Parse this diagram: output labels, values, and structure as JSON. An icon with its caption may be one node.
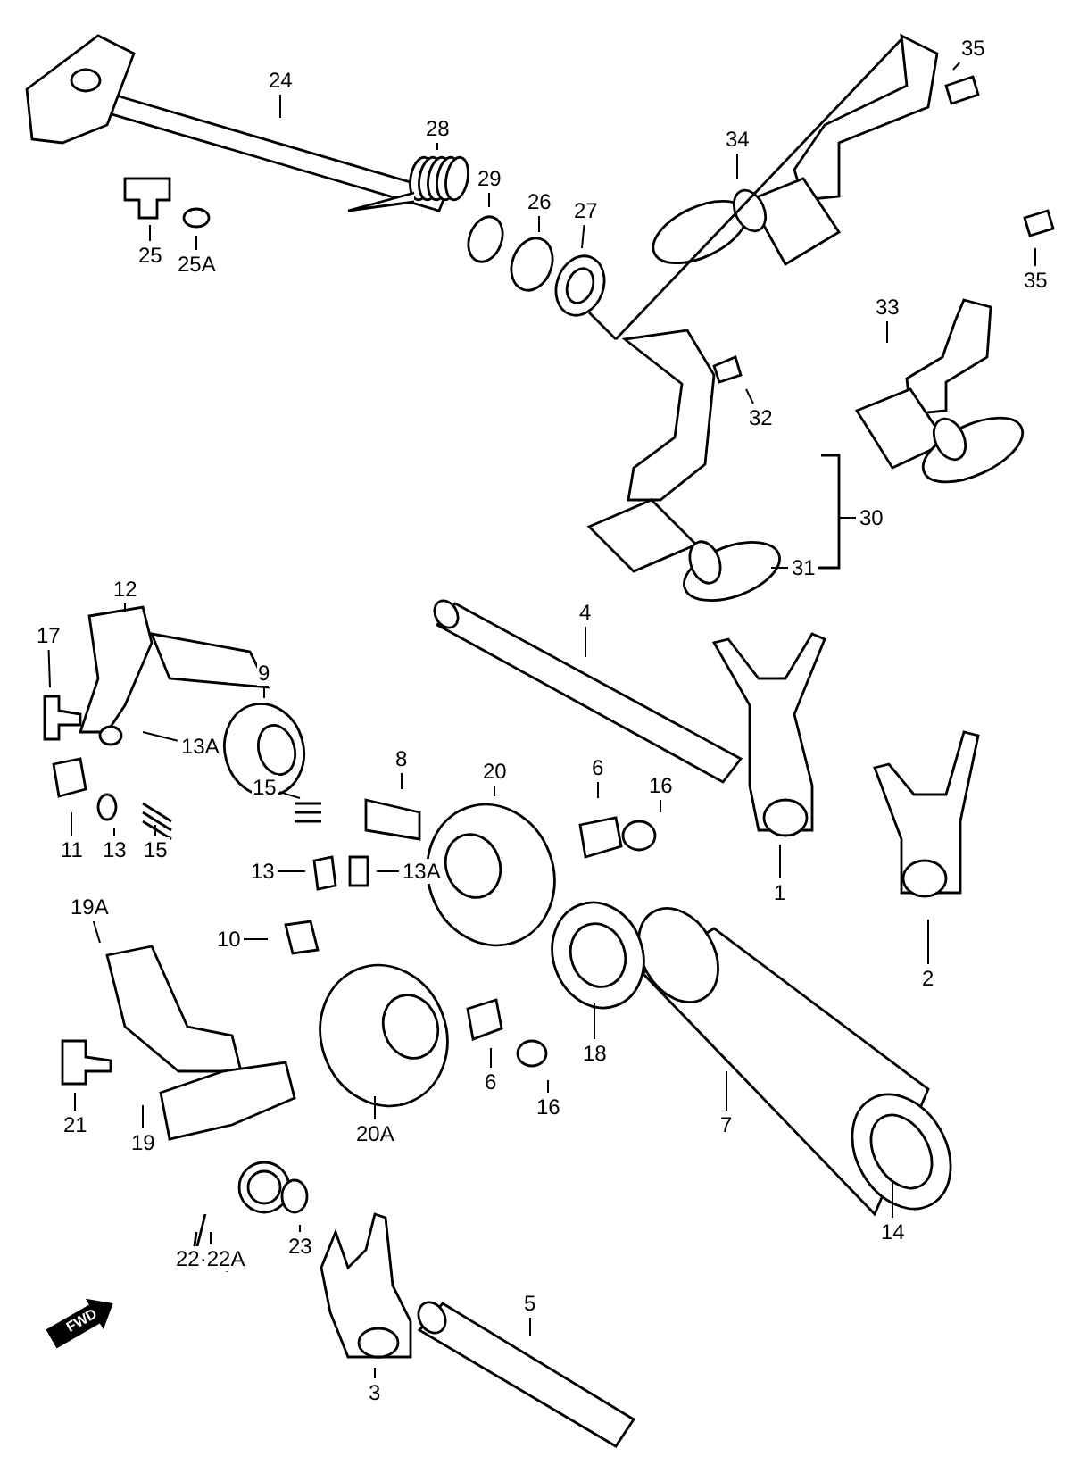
{
  "diagram": {
    "nodes": [
      {
        "text": [
          "24"
        ]
      },
      {
        "text": [
          "28"
        ]
      },
      {
        "text": [
          "29"
        ]
      },
      {
        "text": [
          "26"
        ]
      },
      {
        "text": [
          "27"
        ]
      },
      {
        "text": [
          "25"
        ]
      },
      {
        "text": [
          "25A"
        ]
      },
      {
        "text": [
          "35"
        ]
      },
      {
        "text": [
          "34"
        ]
      },
      {
        "text": [
          "35"
        ]
      },
      {
        "text": [
          "33"
        ]
      },
      {
        "text": [
          "32"
        ]
      },
      {
        "text": [
          "30"
        ]
      },
      {
        "text": [
          "31"
        ]
      },
      {
        "text": [
          "12"
        ]
      },
      {
        "text": [
          "17"
        ]
      },
      {
        "text": [
          "9"
        ]
      },
      {
        "text": [
          "13A"
        ]
      },
      {
        "text": [
          "11"
        ]
      },
      {
        "text": [
          "13"
        ]
      },
      {
        "text": [
          "15"
        ]
      },
      {
        "text": [
          "8"
        ]
      },
      {
        "text": [
          "15"
        ]
      },
      {
        "text": [
          "13"
        ]
      },
      {
        "text": [
          "13A"
        ]
      },
      {
        "text": [
          "10"
        ]
      },
      {
        "text": [
          "20"
        ]
      },
      {
        "text": [
          "6"
        ]
      },
      {
        "text": [
          "16"
        ]
      },
      {
        "text": [
          "4"
        ]
      },
      {
        "text": [
          "1"
        ]
      },
      {
        "text": [
          "2"
        ]
      },
      {
        "text": [
          "19A"
        ]
      },
      {
        "text": [
          "21"
        ]
      },
      {
        "text": [
          "19"
        ]
      },
      {
        "text": [
          "20A"
        ]
      },
      {
        "text": [
          "6"
        ]
      },
      {
        "text": [
          "16"
        ]
      },
      {
        "text": [
          "18"
        ]
      },
      {
        "text": [
          "7"
        ]
      },
      {
        "text": [
          "14"
        ]
      },
      {
        "text": [
          "22·22A"
        ]
      },
      {
        "text": [
          "23"
        ]
      },
      {
        "text": [
          "3"
        ]
      },
      {
        "text": [
          "5"
        ]
      }
    ],
    "edges": [
      {
        "from": 0,
        "to": null,
        "arrow": "none"
      },
      {
        "from": 1,
        "to": null,
        "arrow": "none"
      },
      {
        "from": 2,
        "to": null,
        "arrow": "none"
      },
      {
        "from": 3,
        "to": null,
        "arrow": "none"
      },
      {
        "from": 4,
        "to": null,
        "arrow": "none"
      },
      {
        "from": 5,
        "to": null,
        "arrow": "none"
      },
      {
        "from": 6,
        "to": null,
        "arrow": "none"
      },
      {
        "from": 7,
        "to": null,
        "arrow": "none"
      },
      {
        "from": 8,
        "to": null,
        "arrow": "none"
      },
      {
        "from": 9,
        "to": null,
        "arrow": "none"
      },
      {
        "from": 10,
        "to": null,
        "arrow": "none"
      },
      {
        "from": 11,
        "to": null,
        "arrow": "none"
      },
      {
        "from": 12,
        "to": null,
        "arrow": "none"
      },
      {
        "from": 13,
        "to": null,
        "arrow": "none"
      },
      {
        "from": 14,
        "to": null,
        "arrow": "none"
      },
      {
        "from": 15,
        "to": null,
        "arrow": "none"
      },
      {
        "from": 16,
        "to": null,
        "arrow": "none"
      },
      {
        "from": 17,
        "to": null,
        "arrow": "none"
      },
      {
        "from": 18,
        "to": null,
        "arrow": "none"
      },
      {
        "from": 19,
        "to": null,
        "arrow": "none"
      },
      {
        "from": 20,
        "to": null,
        "arrow": "none"
      },
      {
        "from": 21,
        "to": null,
        "arrow": "none"
      },
      {
        "from": 22,
        "to": null,
        "arrow": "none"
      },
      {
        "from": 23,
        "to": null,
        "arrow": "none"
      },
      {
        "from": 24,
        "to": null,
        "arrow": "none"
      },
      {
        "from": 25,
        "to": null,
        "arrow": "none"
      },
      {
        "from": 26,
        "to": null,
        "arrow": "none"
      },
      {
        "from": 27,
        "to": null,
        "arrow": "none"
      },
      {
        "from": 28,
        "to": null,
        "arrow": "none"
      },
      {
        "from": 29,
        "to": null,
        "arrow": "none"
      },
      {
        "from": 30,
        "to": null,
        "arrow": "none"
      },
      {
        "from": 31,
        "to": null,
        "arrow": "none"
      },
      {
        "from": 32,
        "to": null,
        "arrow": "none"
      },
      {
        "from": 33,
        "to": null,
        "arrow": "none"
      },
      {
        "from": 34,
        "to": null,
        "arrow": "none"
      },
      {
        "from": 35,
        "to": null,
        "arrow": "none"
      },
      {
        "from": 36,
        "to": null,
        "arrow": "none"
      },
      {
        "from": 37,
        "to": null,
        "arrow": "none"
      },
      {
        "from": 38,
        "to": null,
        "arrow": "none"
      },
      {
        "from": 39,
        "to": null,
        "arrow": "none"
      },
      {
        "from": 40,
        "to": null,
        "arrow": "none"
      },
      {
        "from": 41,
        "to": null,
        "arrow": "none"
      },
      {
        "from": 42,
        "to": null,
        "arrow": "none"
      },
      {
        "from": 43,
        "to": null,
        "arrow": "none"
      },
      {
        "from": 44,
        "to": null,
        "arrow": "none"
      }
    ],
    "labels": [
      "FWD"
    ]
  }
}
